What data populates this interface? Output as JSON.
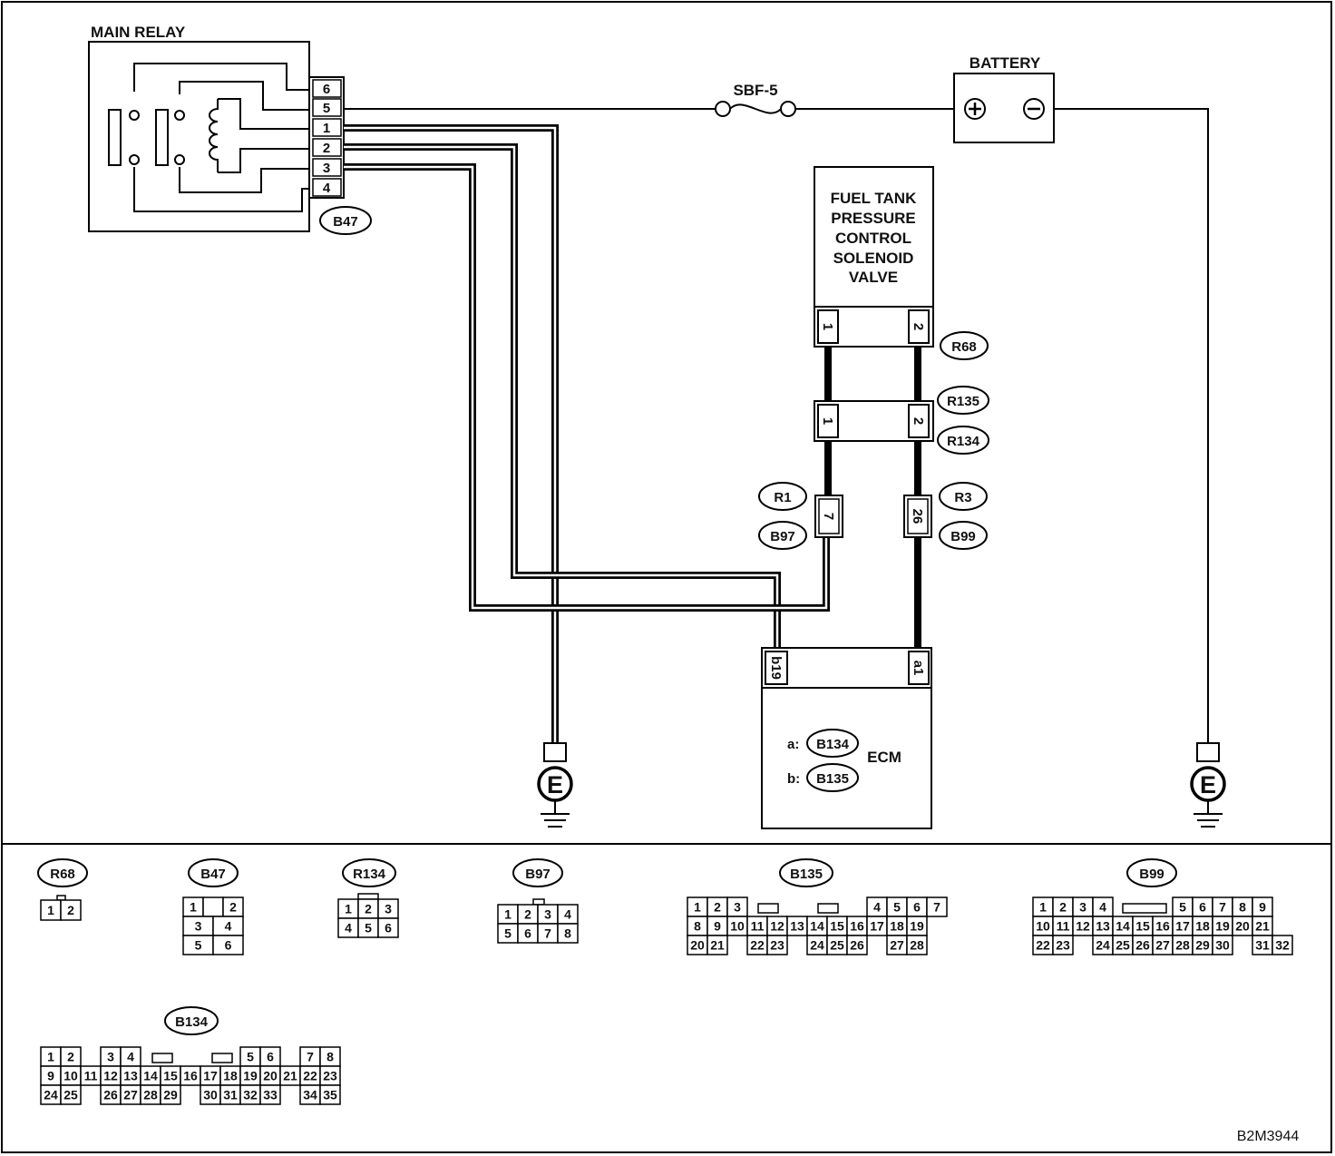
{
  "main_relay": {
    "title": "MAIN RELAY",
    "connector": "B47",
    "pins": [
      "6",
      "5",
      "1",
      "2",
      "3",
      "4"
    ]
  },
  "fuse": {
    "label": "SBF-5"
  },
  "battery": {
    "label": "BATTERY",
    "pos_symbol": "+",
    "neg_symbol": "−"
  },
  "solenoid": {
    "lines": [
      "FUEL TANK",
      "PRESSURE",
      "CONTROL",
      "SOLENOID",
      "VALVE"
    ]
  },
  "connectors": {
    "r68": {
      "label": "R68",
      "pin_left": "1",
      "pin_right": "2"
    },
    "r135": {
      "label": "R135"
    },
    "r134": {
      "label": "R134",
      "pin_left": "1",
      "pin_right": "2"
    },
    "r1": {
      "label": "R1"
    },
    "b97": {
      "label": "B97",
      "pin": "7"
    },
    "r3": {
      "label": "R3"
    },
    "b99": {
      "label": "B99",
      "pin": "26"
    }
  },
  "ecm": {
    "label": "ECM",
    "pin_left": "b19",
    "pin_right": "a1",
    "a_prefix": "a:",
    "a_connector": "B134",
    "b_prefix": "b:",
    "b_connector": "B135"
  },
  "grounds": {
    "left": "E",
    "right": "E"
  },
  "legend": {
    "r68": {
      "label": "R68",
      "rows": [
        [
          "1",
          "2"
        ]
      ]
    },
    "b47": {
      "label": "B47",
      "rows": [
        [
          "1",
          "",
          "2"
        ],
        [
          "3",
          "4"
        ],
        [
          "5",
          "6"
        ]
      ]
    },
    "r134": {
      "label": "R134",
      "rows": [
        [
          "1",
          "2",
          "3"
        ],
        [
          "4",
          "5",
          "6"
        ]
      ]
    },
    "b97": {
      "label": "B97",
      "rows": [
        [
          "1",
          "2",
          "3",
          "4"
        ],
        [
          "5",
          "6",
          "7",
          "8"
        ]
      ]
    },
    "b135": {
      "label": "B135",
      "rows": [
        [
          "1",
          "2",
          "3",
          "",
          "",
          "",
          "",
          "",
          "",
          "4",
          "5",
          "6",
          "7"
        ],
        [
          "8",
          "9",
          "10",
          "11",
          "12",
          "13",
          "14",
          "15",
          "16",
          "17",
          "18",
          "19"
        ],
        [
          "20",
          "21",
          "",
          "22",
          "23",
          "",
          "24",
          "25",
          "26",
          "",
          "27",
          "28"
        ]
      ]
    },
    "b99": {
      "label": "B99",
      "rows": [
        [
          "1",
          "2",
          "3",
          "4",
          "",
          "",
          "",
          "5",
          "6",
          "7",
          "8",
          "9"
        ],
        [
          "10",
          "11",
          "12",
          "13",
          "14",
          "15",
          "16",
          "17",
          "18",
          "19",
          "20",
          "21"
        ],
        [
          "22",
          "23",
          "",
          "24",
          "25",
          "26",
          "27",
          "28",
          "29",
          "30",
          "",
          "31",
          "32"
        ]
      ]
    },
    "b134": {
      "label": "B134",
      "rows": [
        [
          "1",
          "2",
          "",
          "3",
          "4",
          "",
          "",
          "",
          "",
          "",
          "5",
          "6",
          "",
          "7",
          "8"
        ],
        [
          "9",
          "10",
          "11",
          "12",
          "13",
          "14",
          "15",
          "16",
          "17",
          "18",
          "19",
          "20",
          "21",
          "22",
          "23"
        ],
        [
          "24",
          "25",
          "",
          "26",
          "27",
          "28",
          "29",
          "",
          "30",
          "31",
          "32",
          "33",
          "",
          "34",
          "35"
        ]
      ]
    }
  },
  "figure_code": "B2M3944"
}
